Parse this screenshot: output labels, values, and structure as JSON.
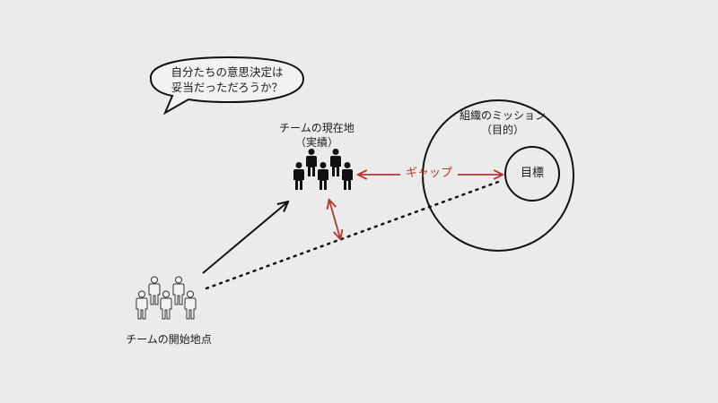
{
  "speech_bubble": {
    "line1": "自分たちの意思決定は",
    "line2": "妥当だっただろうか？"
  },
  "current_position": {
    "line1": "チームの現在地",
    "line2": "（実績）"
  },
  "starting_point": {
    "label": "チームの開始地点"
  },
  "mission": {
    "line1": "組織のミッション",
    "line2": "（目的）"
  },
  "goal": {
    "label": "目標"
  },
  "gap": {
    "label": "ギャップ"
  },
  "colors": {
    "background": "#ebebeb",
    "ink": "#111111",
    "accent": "#b23a2a",
    "outline_people": "#333333"
  }
}
